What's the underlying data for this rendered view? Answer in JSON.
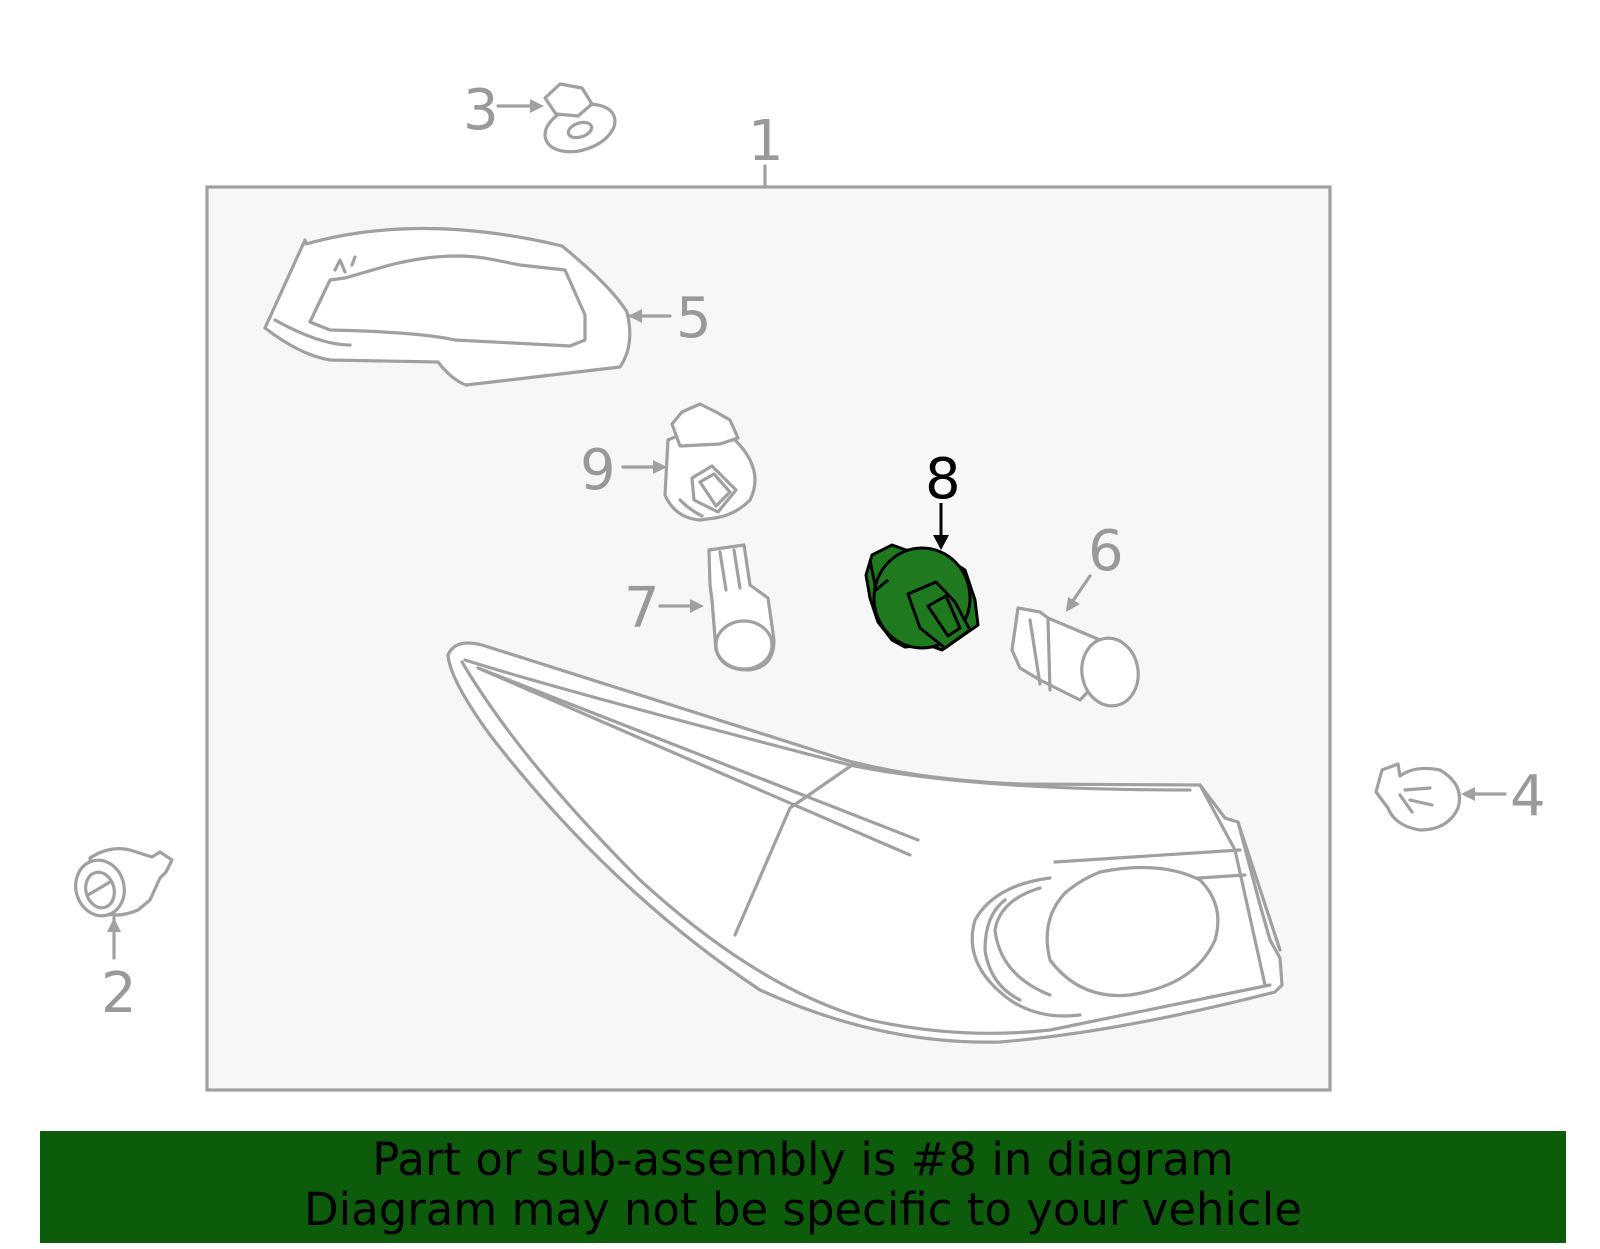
{
  "callouts": {
    "c1": "1",
    "c2": "2",
    "c3": "3",
    "c4": "4",
    "c5": "5",
    "c6": "6",
    "c7": "7",
    "c8": "8",
    "c9": "9"
  },
  "banner": {
    "line1": "Part or sub-assembly is #8 in diagram",
    "line2": "Diagram may not be specific to your vehicle"
  },
  "colors": {
    "highlight": "#1f7a1f",
    "banner": "#0c5c0c",
    "outline": "#a0a0a0",
    "panel": "#f7f7f7"
  }
}
